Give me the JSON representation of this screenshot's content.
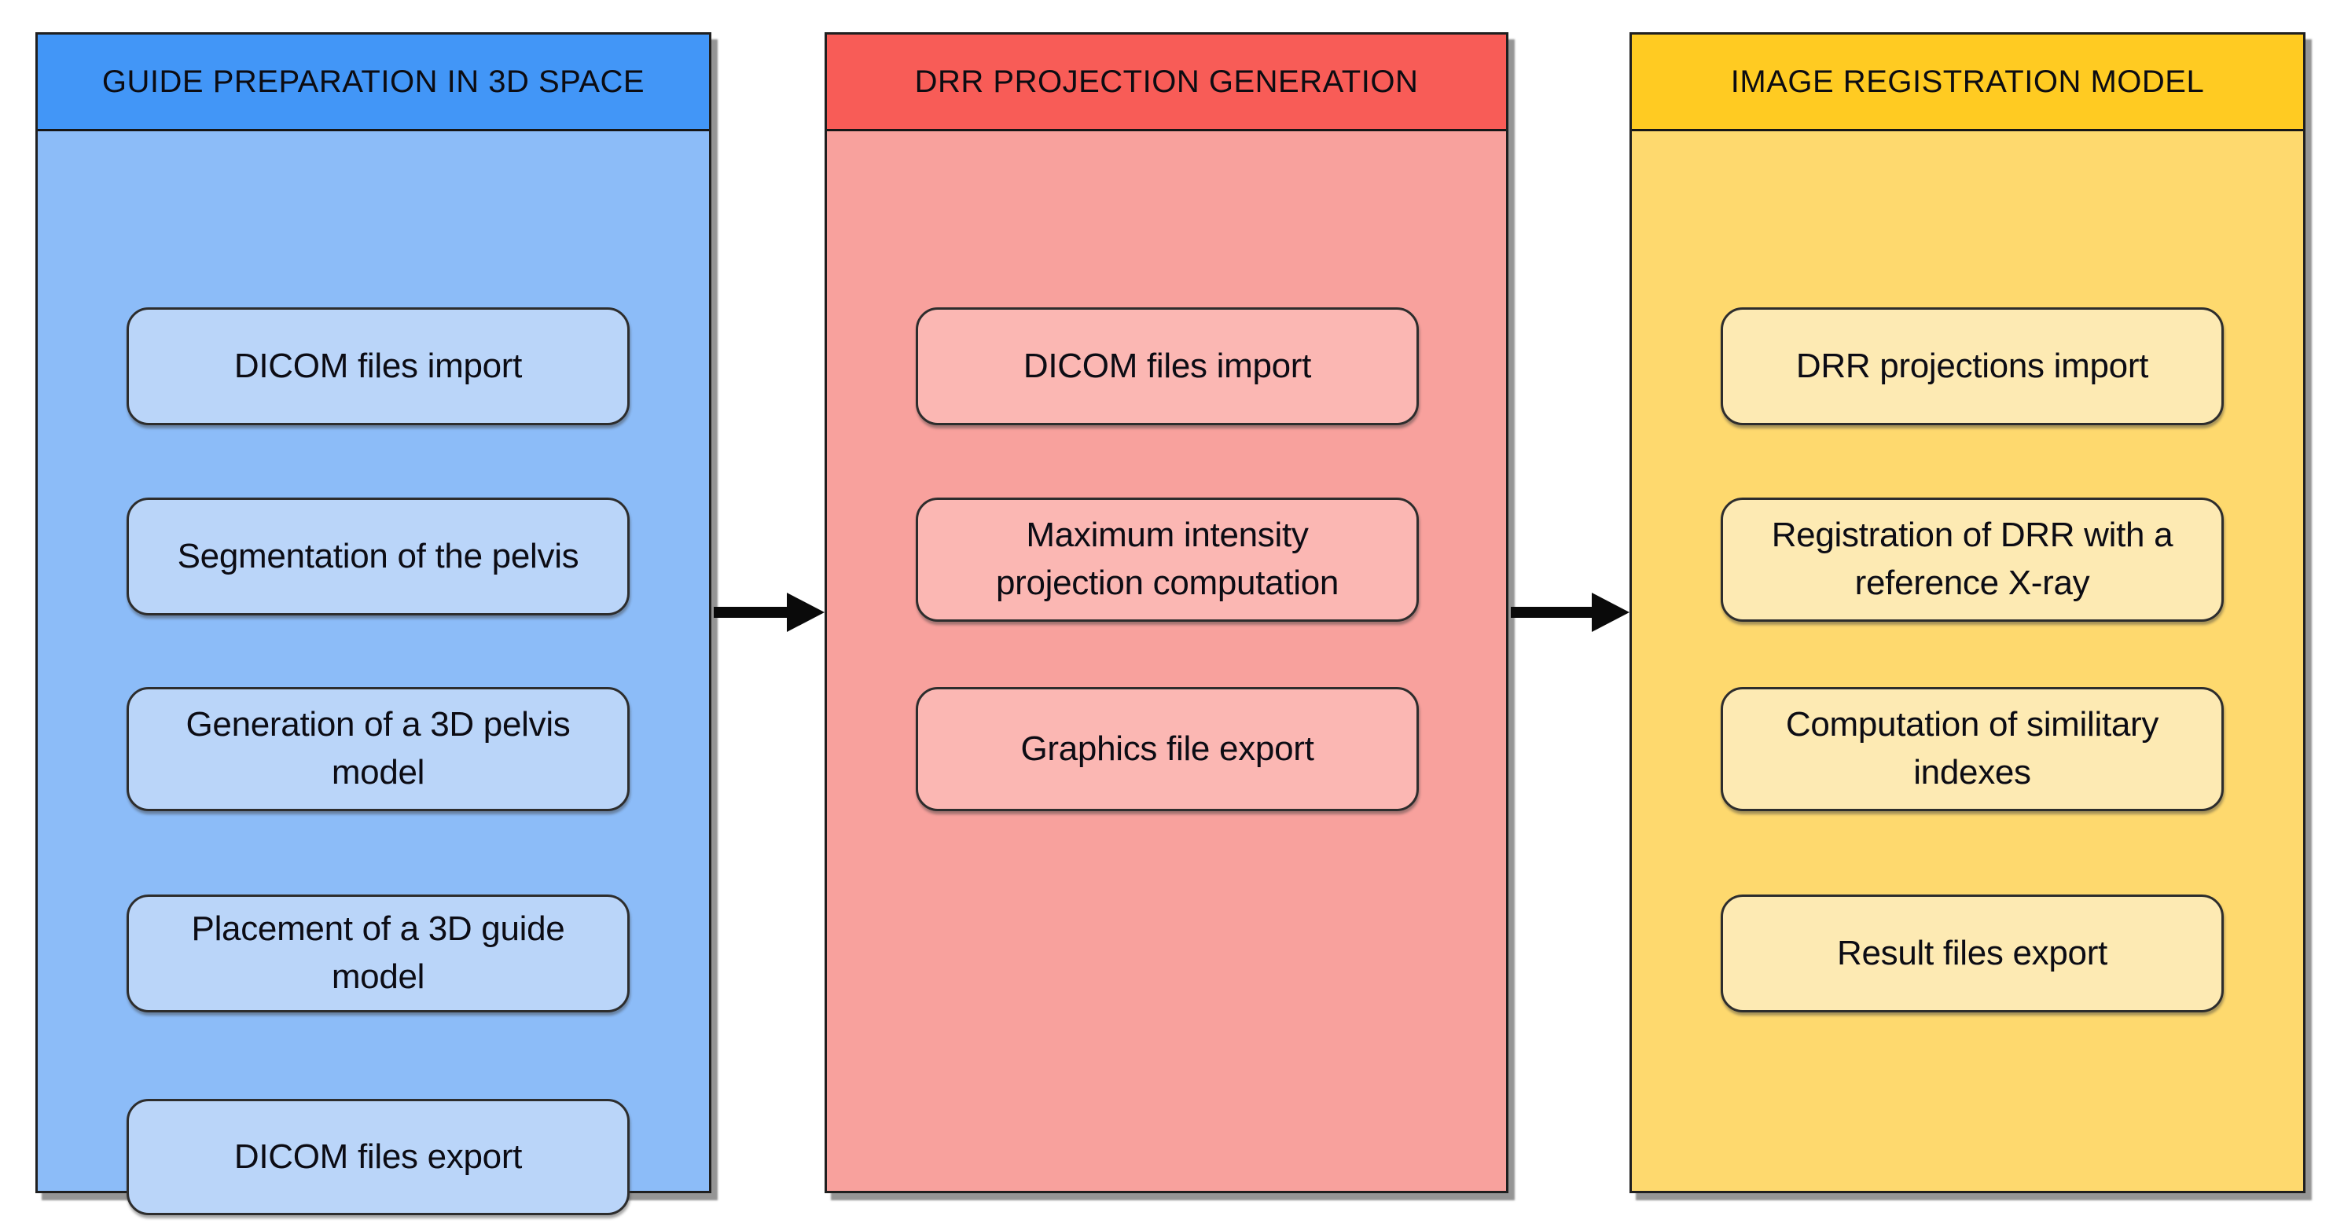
{
  "diagram": {
    "type": "flowchart",
    "background": "#ffffff",
    "columns": [
      {
        "id": "guide-preparation",
        "title": "GUIDE PREPARATION IN 3D SPACE",
        "colors": {
          "header": "#4296F7",
          "body": "#8CBCF8",
          "box": "#BAD5F9",
          "border": "#1f1f1f"
        },
        "boxes": [
          {
            "label": "DICOM files import"
          },
          {
            "label": "Segmentation of the pelvis"
          },
          {
            "label": "Generation of a 3D pelvis\nmodel"
          },
          {
            "label": "Placement of a 3D guide\nmodel"
          },
          {
            "label": "DICOM files export"
          }
        ]
      },
      {
        "id": "drr-projection-generation",
        "title": "DRR PROJECTION GENERATION",
        "colors": {
          "header": "#F85C57",
          "body": "#F8A19D",
          "box": "#FBB7B3",
          "border": "#1f1f1f"
        },
        "boxes": [
          {
            "label": "DICOM files import"
          },
          {
            "label": "Maximum intensity\nprojection computation"
          },
          {
            "label": "Graphics file export"
          }
        ]
      },
      {
        "id": "image-registration-model",
        "title": "IMAGE REGISTRATION MODEL",
        "colors": {
          "header": "#FFCB22",
          "body": "#FED96E",
          "box": "#FDEAB3",
          "border": "#1f1f1f"
        },
        "boxes": [
          {
            "label": "DRR projections import"
          },
          {
            "label": "Registration of DRR with a\nreference X-ray"
          },
          {
            "label": "Computation of similitary\nindexes"
          },
          {
            "label": "Result files export"
          }
        ]
      }
    ],
    "arrows": [
      {
        "from": "guide-preparation",
        "to": "drr-projection-generation",
        "color": "#0a0a0a"
      },
      {
        "from": "drr-projection-generation",
        "to": "image-registration-model",
        "color": "#0a0a0a"
      }
    ]
  }
}
